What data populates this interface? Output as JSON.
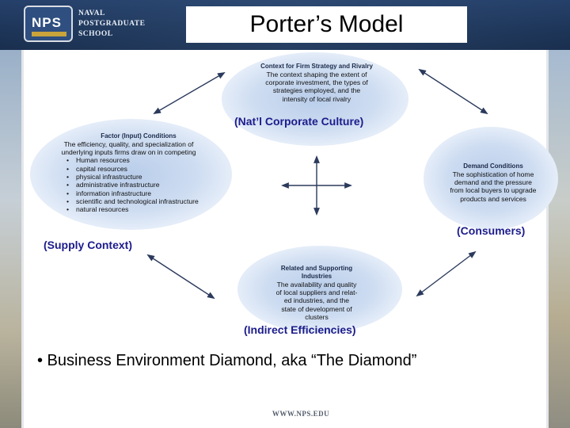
{
  "header": {
    "seal_text": "NPS",
    "school_lines": [
      "NAVAL",
      "POSTGRADUATE",
      "SCHOOL"
    ],
    "title": "Porter’s Model"
  },
  "diagram": {
    "top": {
      "title": "Context for Firm Strategy and Rivalry",
      "body": [
        "The context shaping the extent of",
        "corporate investment, the types of",
        "strategies employed, and  the",
        "intensity of local rivalry"
      ],
      "label": "(Nat’l Corporate Culture)"
    },
    "left": {
      "title": "Factor (Input) Conditions",
      "body": [
        "The efficiency, quality, and specialization of",
        "underlying inputs firms draw on in competing"
      ],
      "items": [
        "Human resources",
        "capital resources",
        "physical infrastructure",
        "administrative infrastructure",
        "information infrastructure",
        "scientific and technological infrastructure",
        "natural resources"
      ],
      "label": "(Supply Context)"
    },
    "right": {
      "title": "Demand Conditions",
      "body": [
        "The sophistication of home",
        "demand and the pressure",
        "from local buyers to upgrade",
        "products and services"
      ],
      "label": "(Consumers)"
    },
    "bottom": {
      "title_lines": [
        "Related and Supporting",
        "Industries"
      ],
      "body": [
        "The availability and quality",
        "of local suppliers and relat-",
        "ed industries, and the",
        "state of development of",
        "clusters"
      ],
      "label": "(Indirect Efficiencies)"
    }
  },
  "bullet": "• Business Environment Diamond, aka “The Diamond”",
  "footer": {
    "url": "WWW.NPS.EDU"
  },
  "colors": {
    "header": "#1d3558",
    "label": "#1c1c8c",
    "blob": "#cddcf1"
  }
}
